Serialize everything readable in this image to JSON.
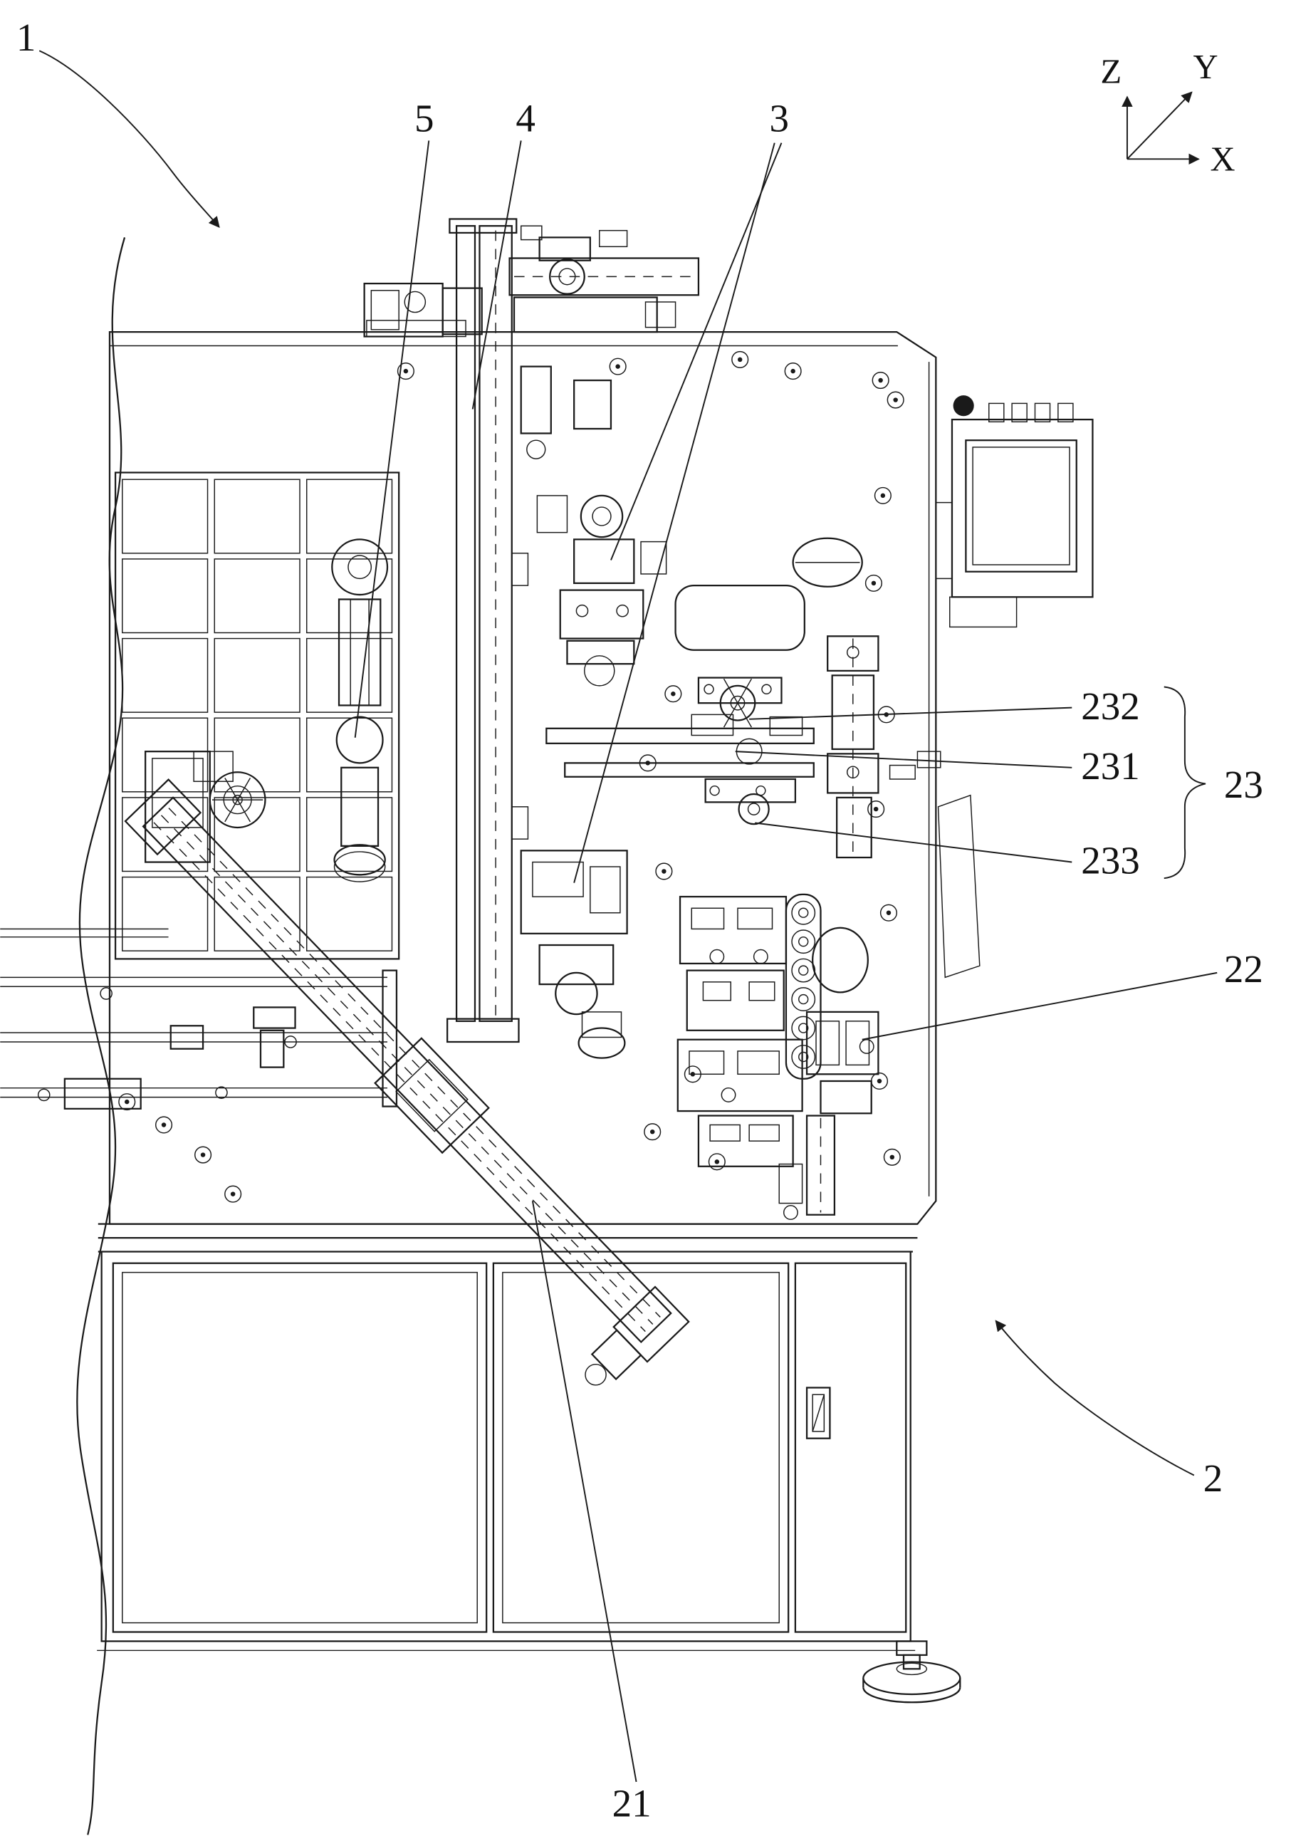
{
  "figure": {
    "type": "patent-technical-diagram",
    "background_color": "#ffffff",
    "line_color": "#1a1a1a",
    "callouts": {
      "n1": "1",
      "n2": "2",
      "n3": "3",
      "n4": "4",
      "n5": "5",
      "n21": "21",
      "n22": "22",
      "n23": "23",
      "n231": "231",
      "n232": "232",
      "n233": "233"
    },
    "axes": {
      "x": "X",
      "y": "Y",
      "z": "Z"
    }
  }
}
